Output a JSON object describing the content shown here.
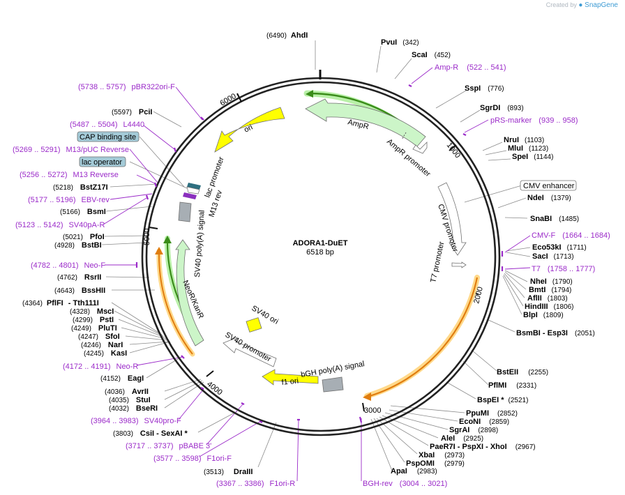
{
  "branding": {
    "created_by": "Created by",
    "app": "SnapGene"
  },
  "plasmid": {
    "name": "ADORA1-DuET",
    "length_label": "6518 bp",
    "length": 6518
  },
  "ticks": [
    "1000",
    "2000",
    "3000",
    "4000",
    "5000",
    "6000"
  ],
  "features": [
    {
      "label": "AmpR",
      "color": "#ccf5c8"
    },
    {
      "label": "AmpR promoter",
      "color": "#ffffff"
    },
    {
      "label": "CMV promoter",
      "color": "#ffffff"
    },
    {
      "label": "T7 promoter",
      "color": "#ffffff"
    },
    {
      "label": "bGH poly(A) signal",
      "color": "#a7aeb4"
    },
    {
      "label": "f1 ori",
      "color": "#ffff00"
    },
    {
      "label": "SV40 promoter",
      "color": "#ffffff"
    },
    {
      "label": "SV40 ori",
      "color": "#ffff00"
    },
    {
      "label": "NeoR/KanR",
      "color": "#ccf5c8"
    },
    {
      "label": "SV40 poly(A) signal",
      "color": "#a7aeb4"
    },
    {
      "label": "lac promoter",
      "color": "#ffffff"
    },
    {
      "label": "M13 rev",
      "color": "#8a2fbe"
    },
    {
      "label": "ori",
      "color": "#ffff00"
    }
  ],
  "boxed_features": [
    "CMV enhancer",
    "CAP binding site",
    "lac operator"
  ],
  "sites": [
    {
      "pos": "(6490)",
      "name": "AhdI"
    },
    {
      "name": "PvuI",
      "pos": "(342)"
    },
    {
      "name": "ScaI",
      "pos": "(452)"
    },
    {
      "name": "SspI",
      "pos": "(776)"
    },
    {
      "name": "SgrDI",
      "pos": "(893)"
    },
    {
      "name": "NruI",
      "pos": "(1103)"
    },
    {
      "name": "MluI",
      "pos": "(1123)"
    },
    {
      "name": "SpeI",
      "pos": "(1144)"
    },
    {
      "name": "NdeI",
      "pos": "(1379)"
    },
    {
      "name": "SnaBI",
      "pos": "(1485)"
    },
    {
      "name": "Eco53kI",
      "pos": "(1711)"
    },
    {
      "name": "SacI",
      "pos": "(1713)"
    },
    {
      "name": "NheI",
      "pos": "(1790)"
    },
    {
      "name": "BmtI",
      "pos": "(1794)"
    },
    {
      "name": "AflII",
      "pos": "(1803)"
    },
    {
      "name": "HindIII",
      "pos": "(1806)"
    },
    {
      "name": "BlpI",
      "pos": "(1809)"
    },
    {
      "name": "BsmBI",
      "sep": " - ",
      "name2": "Esp3I",
      "pos": "(2051)"
    },
    {
      "name": "BstEII",
      "pos": "(2255)"
    },
    {
      "name": "PflMI",
      "pos": "(2331)"
    },
    {
      "name": "BspEI *",
      "pos": "(2521)"
    },
    {
      "name": "PpuMI",
      "pos": "(2852)"
    },
    {
      "name": "EcoNI",
      "pos": "(2859)"
    },
    {
      "name": "SgrAI",
      "pos": "(2898)"
    },
    {
      "name": "AleI",
      "pos": "(2925)"
    },
    {
      "name": "PaeR7I",
      "sep": " - ",
      "name2": "PspXI",
      "sep2": " - ",
      "name3": "XhoI",
      "pos": "(2967)"
    },
    {
      "name": "XbaI",
      "pos": "(2973)"
    },
    {
      "name": "PspOMI",
      "pos": "(2979)"
    },
    {
      "name": "ApaI",
      "pos": "(2983)"
    },
    {
      "pos": "(3513)",
      "name": "DraIII"
    },
    {
      "pos": "(3803)",
      "name": "CsiI",
      "sep": " - ",
      "name2": "SexAI *"
    },
    {
      "pos": "(4032)",
      "name": "BseRI"
    },
    {
      "pos": "(4035)",
      "name": "StuI"
    },
    {
      "pos": "(4036)",
      "name": "AvrII"
    },
    {
      "pos": "(4152)",
      "name": "EagI"
    },
    {
      "pos": "(4245)",
      "name": "KasI"
    },
    {
      "pos": "(4246)",
      "name": "NarI"
    },
    {
      "pos": "(4247)",
      "name": "SfoI"
    },
    {
      "pos": "(4249)",
      "name": "PluTI"
    },
    {
      "pos": "(4299)",
      "name": "PstI"
    },
    {
      "pos": "(4328)",
      "name": "MscI"
    },
    {
      "pos": "(4364)",
      "name": "PflFI",
      "sep": " - ",
      "name2": "Tth111I"
    },
    {
      "pos": "(4643)",
      "name": "BssHII"
    },
    {
      "pos": "(4762)",
      "name": "RsrII"
    },
    {
      "pos": "(4928)",
      "name": "BstBI"
    },
    {
      "pos": "(5021)",
      "name": "PfoI"
    },
    {
      "pos": "(5166)",
      "name": "BsmI"
    },
    {
      "pos": "(5218)",
      "name": "BstZ17I"
    },
    {
      "pos": "(5597)",
      "name": "PciI"
    }
  ],
  "primers": [
    {
      "name": "Amp-R",
      "pos": "(522 .. 541)"
    },
    {
      "name": "pRS-marker",
      "pos": "(939 .. 958)"
    },
    {
      "name": "CMV-F",
      "pos": "(1664 .. 1684)"
    },
    {
      "name": "T7",
      "pos": "(1758 .. 1777)"
    },
    {
      "name": "BGH-rev",
      "pos": "(3004 .. 3021)"
    },
    {
      "name": "F1ori-R",
      "pos": "(3367 .. 3386)"
    },
    {
      "name": "F1ori-F",
      "pos": "(3577 .. 3598)"
    },
    {
      "name": "pBABE 3'",
      "pos": "(3717 .. 3737)"
    },
    {
      "name": "SV40pro-F",
      "pos": "(3964 .. 3983)"
    },
    {
      "name": "Neo-R",
      "pos": "(4172 .. 4191)"
    },
    {
      "name": "Neo-F",
      "pos": "(4782 .. 4801)"
    },
    {
      "name": "SV40pA-R",
      "pos": "(5123 .. 5142)"
    },
    {
      "name": "EBV-rev",
      "pos": "(5177 .. 5196)"
    },
    {
      "name": "M13 Reverse",
      "pos": "(5256 .. 5272)"
    },
    {
      "name": "M13/pUC Reverse",
      "pos": "(5269 .. 5291)"
    },
    {
      "name": "L4440",
      "pos": "(5487 .. 5504)"
    },
    {
      "name": "pBR322ori-F",
      "pos": "(5738 .. 5757)"
    }
  ],
  "colors": {
    "primer": "#9b2bc9",
    "ring": "#222222",
    "orf_arrow": "#3a8c1a",
    "orf_highlight": "#b9f0a8",
    "orange_arrow": "#e07d10",
    "orange_highlight": "#ffd98a"
  }
}
